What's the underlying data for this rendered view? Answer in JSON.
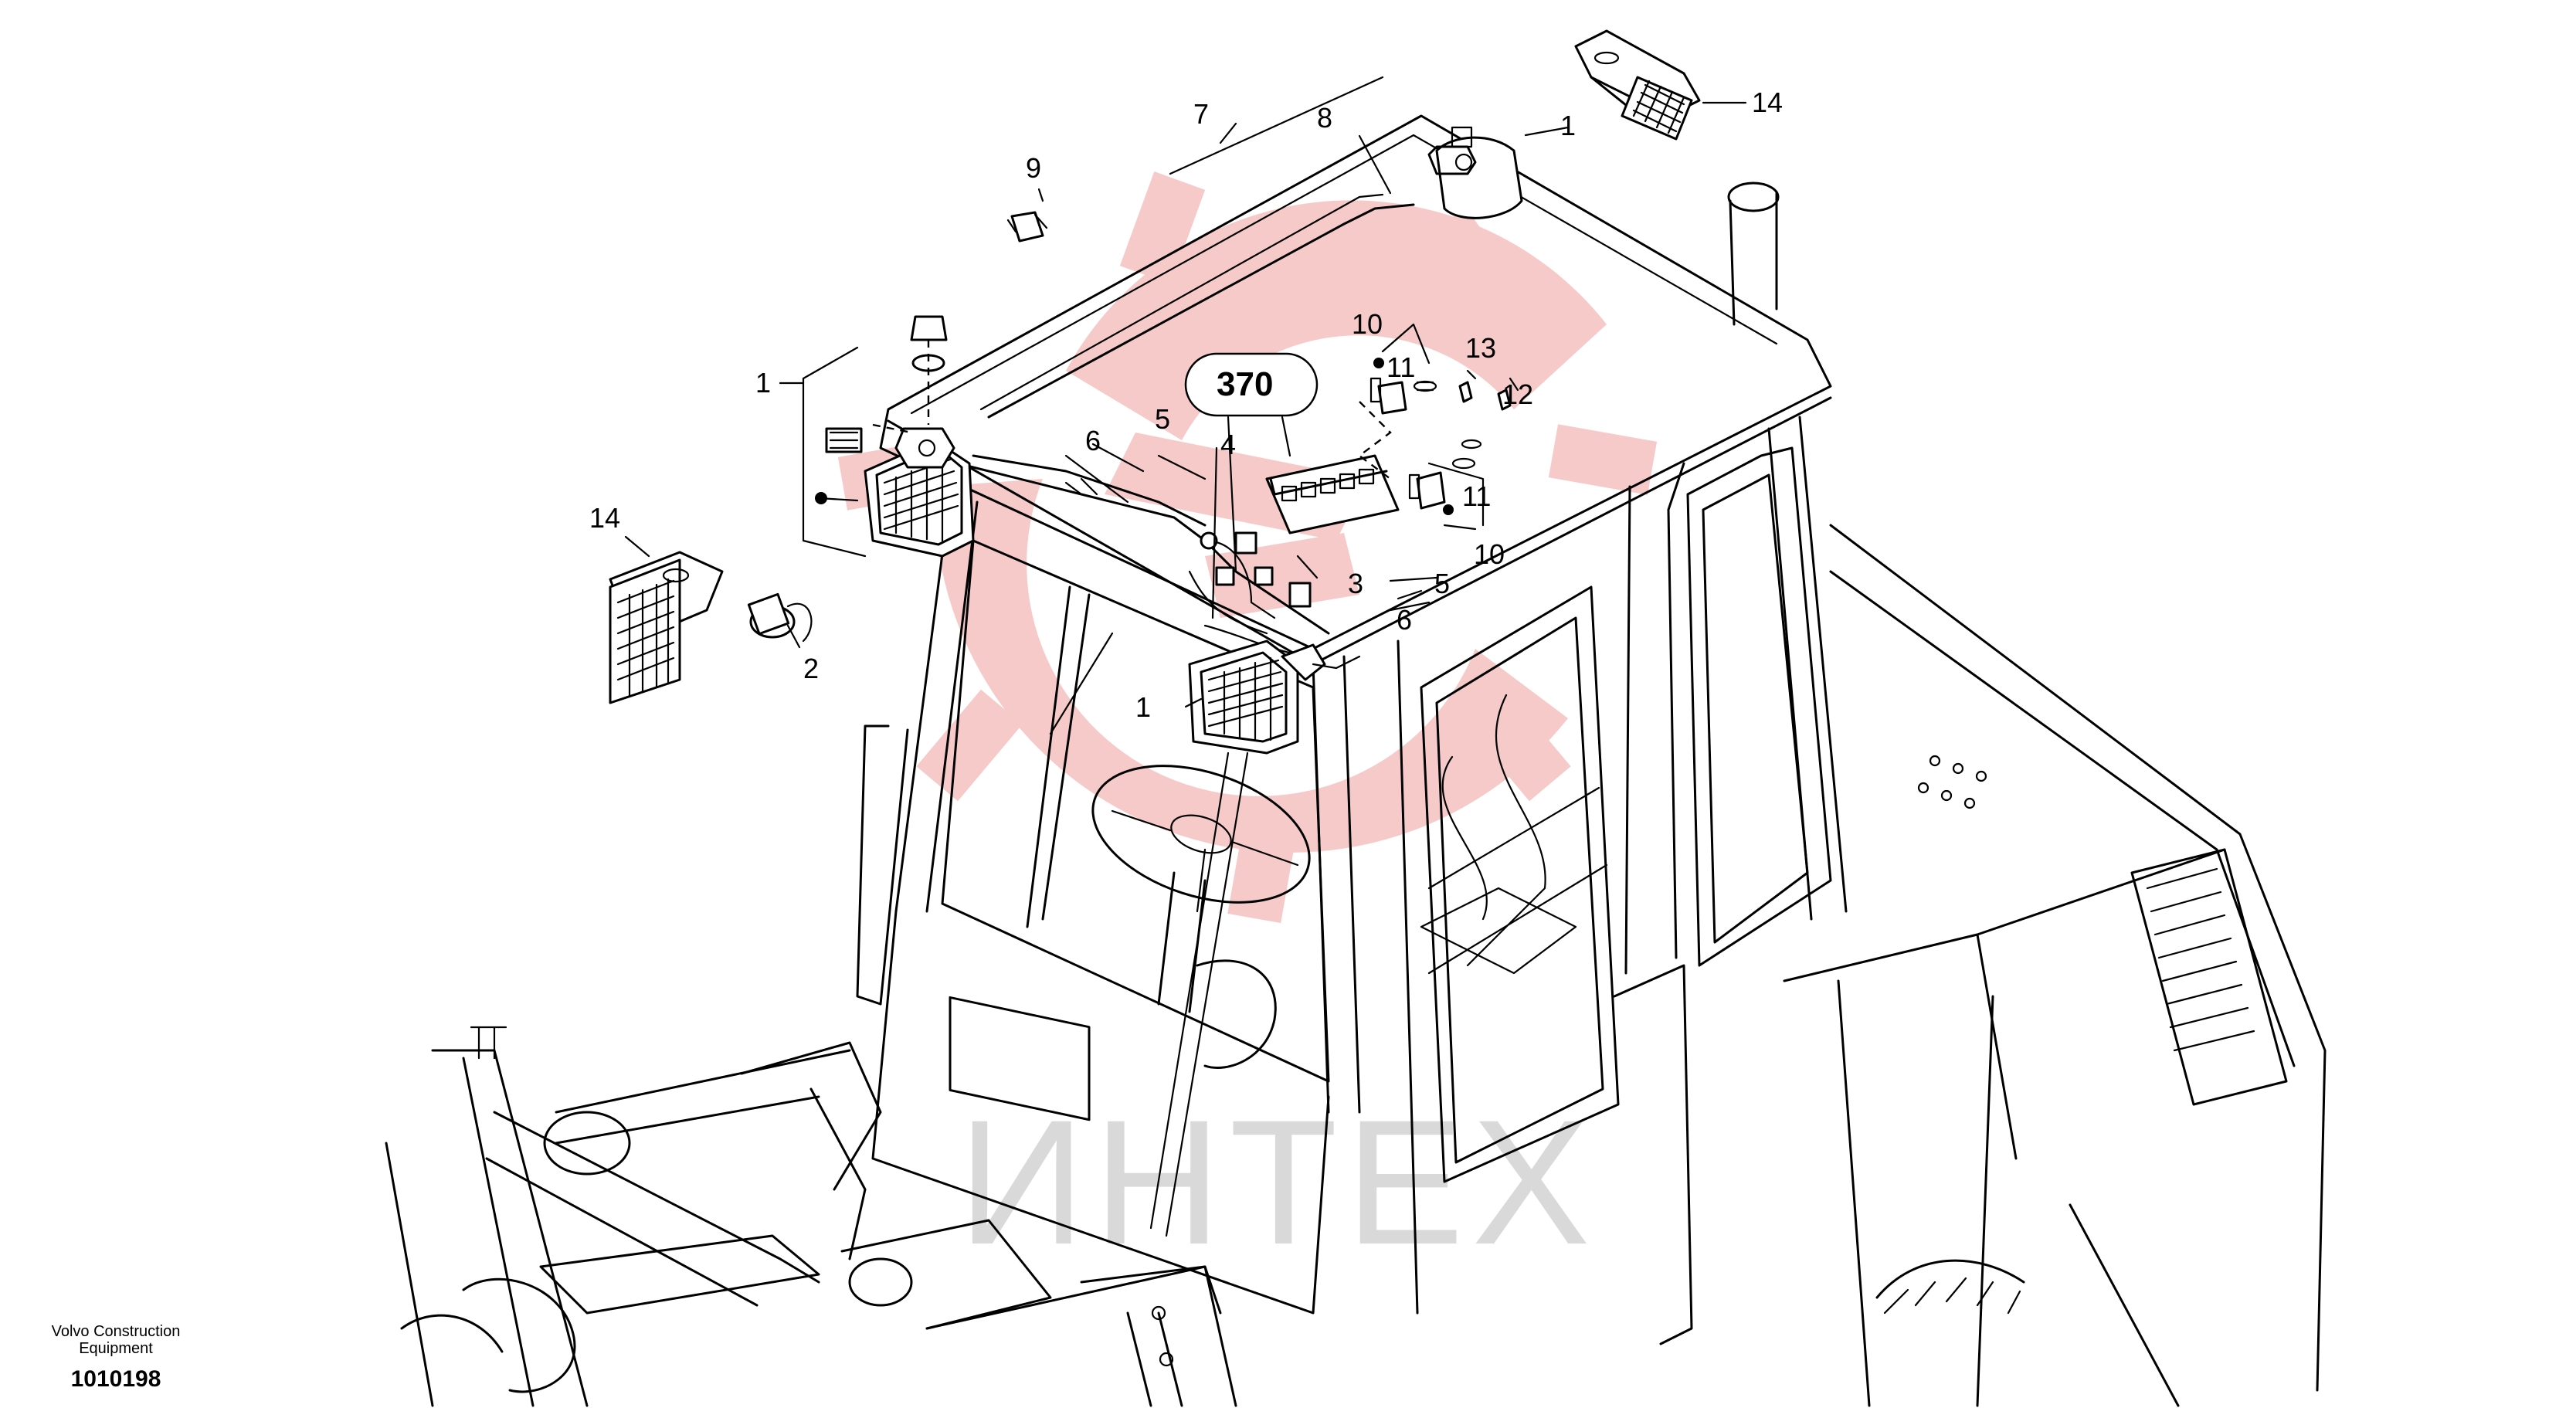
{
  "colors": {
    "line": "#000000",
    "watermark_red": "#f4b4b4",
    "watermark_grey": "#d9d9d9",
    "background": "#ffffff"
  },
  "reference_box": "370",
  "callouts": {
    "c1_top_right": "1",
    "c1_left": "1",
    "c1_front": "1",
    "c2": "2",
    "c3": "3",
    "c4": "4",
    "c5_left": "5",
    "c5_right": "5",
    "c6_left": "6",
    "c6_right": "6",
    "c7": "7",
    "c8": "8",
    "c9": "9",
    "c10_top": "10",
    "c10_bottom": "10",
    "c11_top": "11",
    "c11_bottom": "11",
    "c12": "12",
    "c13": "13",
    "c14_top": "14",
    "c14_left": "14"
  },
  "watermark": {
    "text": "ИНТЕХ"
  },
  "footer": {
    "company_line1": "Volvo Construction",
    "company_line2": "Equipment",
    "drawing_number": "1010198"
  }
}
